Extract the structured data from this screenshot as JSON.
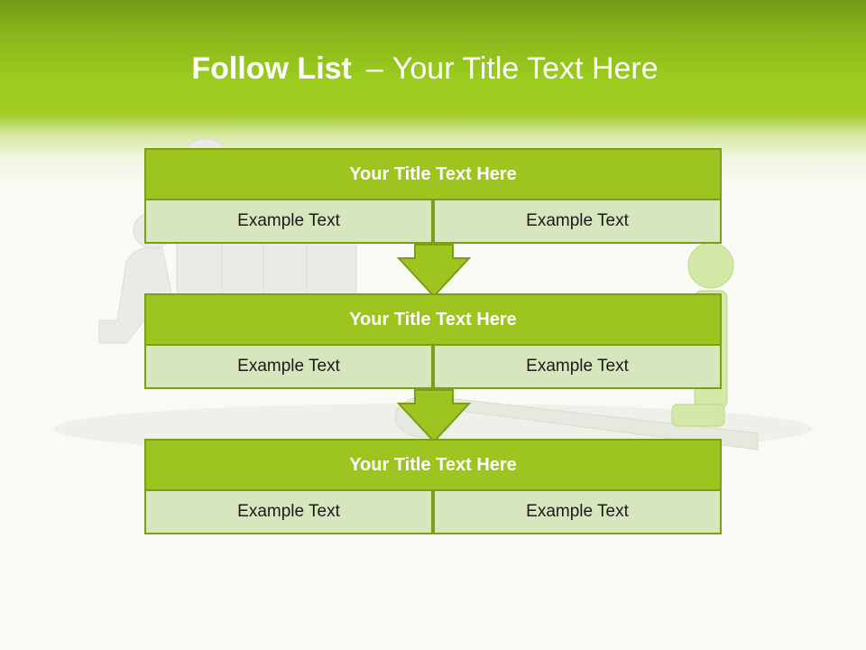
{
  "title": {
    "bold": "Follow List",
    "dash": "–",
    "rest": "Your Title Text Here"
  },
  "colors": {
    "header_green": "#9ccc1e",
    "block_green": "#9dc41f",
    "block_border": "#7a9e16",
    "cell_fill": "#d8e6bf",
    "background": "#f9faf3"
  },
  "steps": [
    {
      "title": "Your Title Text Here",
      "left": "Example Text",
      "right": "Example Text"
    },
    {
      "title": "Your Title Text Here",
      "left": "Example Text",
      "right": "Example Text"
    },
    {
      "title": "Your Title Text Here",
      "left": "Example Text",
      "right": "Example Text"
    }
  ],
  "decorations": {
    "connector_icon": "down-arrow-icon",
    "background_art": "people-figures-illustration"
  }
}
